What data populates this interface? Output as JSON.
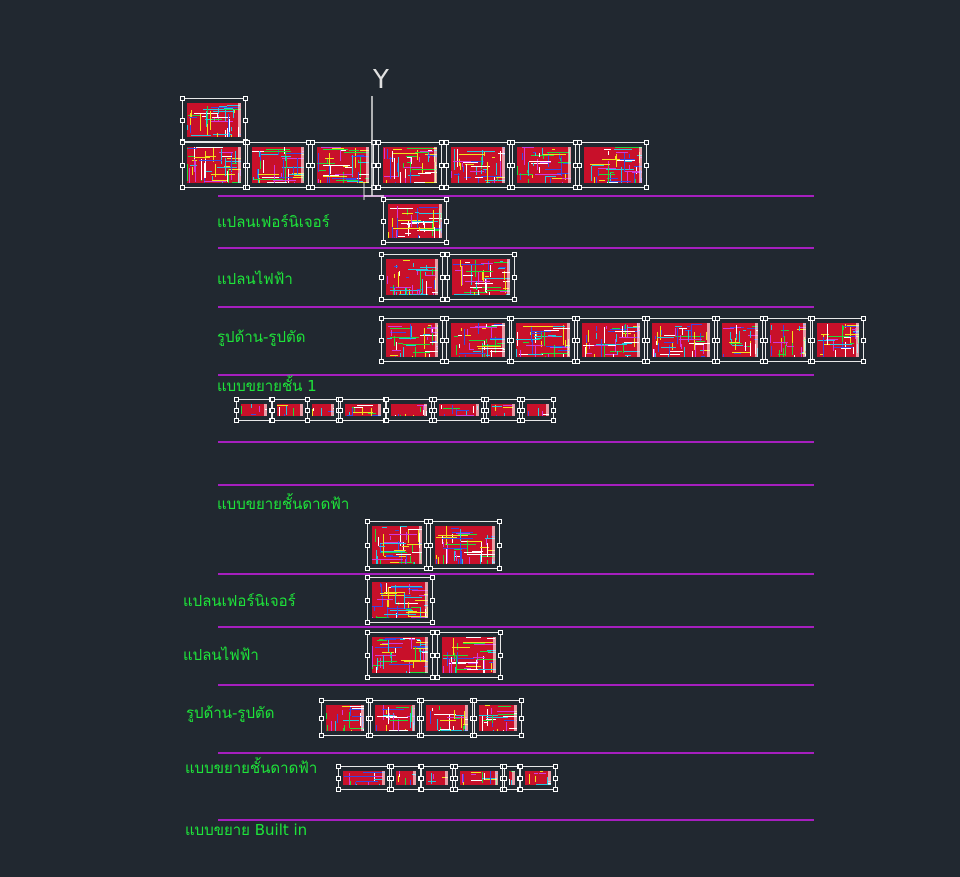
{
  "ucs": {
    "axis_label": "Y"
  },
  "colors": {
    "background": "#212830",
    "label_text": "#1ee33a",
    "section_line": "#a61fbf",
    "sheet_frame": "#e8e8e8",
    "sheet_fill": "#c8102a",
    "detail_yellow": "#f2e21c",
    "detail_green": "#22d83a",
    "detail_cyan": "#27c7e0",
    "detail_blue": "#3a48e0",
    "detail_magenta": "#d23ad8",
    "detail_white": "#ffffff"
  },
  "labels": [
    {
      "id": "floor1-furniture",
      "text": "แปลนเฟอร์นิเจอร์"
    },
    {
      "id": "floor1-electrical",
      "text": "แปลนไฟฟ้า"
    },
    {
      "id": "floor1-elevation",
      "text": "รูปด้าน-รูปตัด"
    },
    {
      "id": "floor1-detail",
      "text": "แบบขยายชั้น 1"
    },
    {
      "id": "roof-detail-1",
      "text": "แบบขยายชั้นดาดฟ้า"
    },
    {
      "id": "floor2-furniture",
      "text": "แปลนเฟอร์นิเจอร์"
    },
    {
      "id": "floor2-electrical",
      "text": "แปลนไฟฟ้า"
    },
    {
      "id": "floor2-elevation",
      "text": "รูปด้าน-รูปตัด"
    },
    {
      "id": "roof-detail-2",
      "text": "แบบขยายชั้นดาดฟ้า"
    },
    {
      "id": "builtin-detail",
      "text": "แบบขยาย Built in"
    }
  ]
}
